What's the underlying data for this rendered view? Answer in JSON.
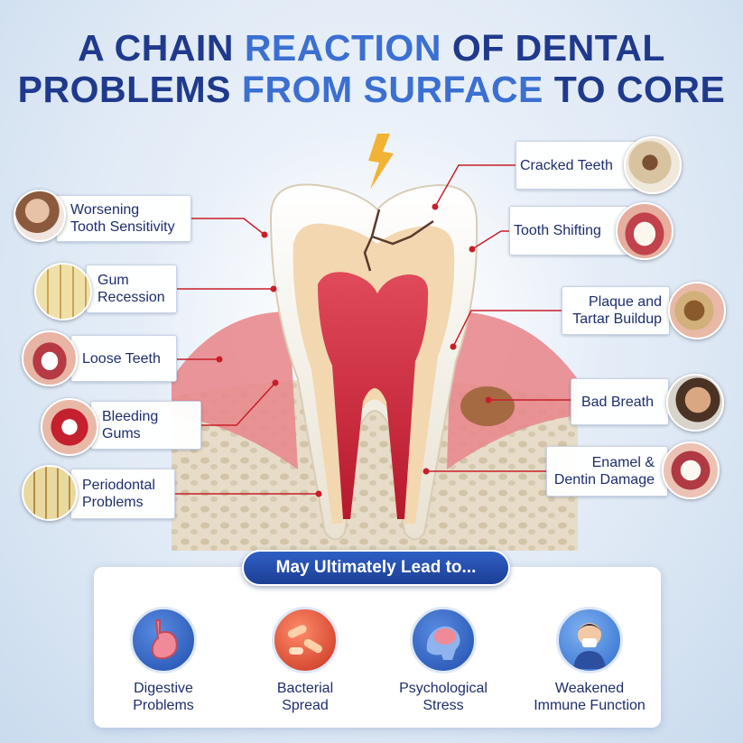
{
  "title": {
    "line1_a": "A CHAIN ",
    "line1_b": "REACTION",
    "line1_c": " OF DENTAL",
    "line2_a": "PROBLEMS ",
    "line2_b": "FROM SURFACE",
    "line2_c": " TO CORE"
  },
  "left_labels": [
    "Worsening\nTooth Sensitivity",
    "Gum\nRecession",
    "Loose Teeth",
    "Bleeding\nGums",
    "Periodontal\nProblems"
  ],
  "right_labels": [
    "Cracked Teeth",
    "Tooth Shifting",
    "Plaque and\nTartar Buildup",
    "Bad Breath",
    "Enamel &\nDentin Damage"
  ],
  "banner": "May Ultimately Lead to...",
  "effects": [
    {
      "label": "Digestive\nProblems",
      "icon": "stomach-icon"
    },
    {
      "label": "Bacterial\nSpread",
      "icon": "bacteria-icon"
    },
    {
      "label": "Psychological\nStress",
      "icon": "brain-icon"
    },
    {
      "label": "Weakened\nImmune Function",
      "icon": "sick-person-icon"
    }
  ],
  "colors": {
    "title_dark": "#1f3a8c",
    "title_accent": "#3b6fd1",
    "connector": "#c81e2a",
    "banner": "#1c3f95",
    "label_text": "#1e2d6b"
  }
}
